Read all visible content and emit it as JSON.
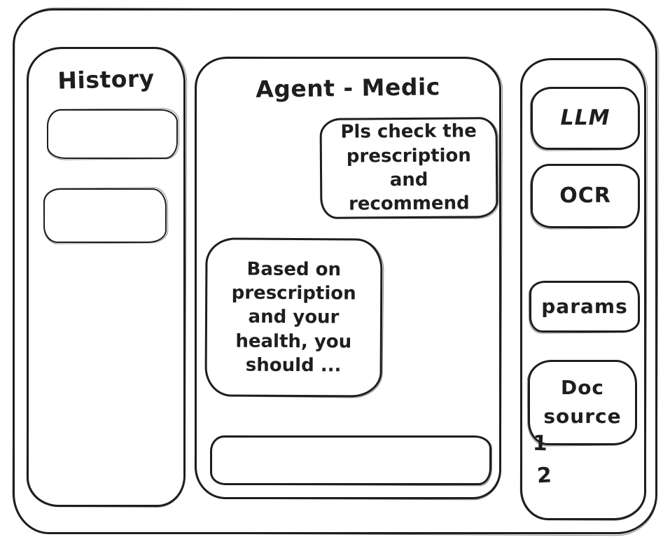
{
  "window": {
    "background": "#ffffff",
    "ink": "#1e1e1e"
  },
  "history": {
    "title": "History",
    "items": [
      {
        "label": ""
      },
      {
        "label": ""
      }
    ]
  },
  "chat": {
    "title": "Agent - Medic",
    "messages": [
      {
        "role": "user",
        "text": "Pls check the prescription and recommend"
      },
      {
        "role": "agent",
        "text": "Based on prescription and your health, you should ..."
      }
    ],
    "composer": {
      "value": "",
      "placeholder": ""
    }
  },
  "tools": {
    "buttons": [
      {
        "label": "LLM"
      },
      {
        "label": "OCR"
      },
      {
        "label": "params"
      },
      {
        "label": "Doc source"
      }
    ],
    "source_list": [
      "1",
      "2"
    ]
  }
}
